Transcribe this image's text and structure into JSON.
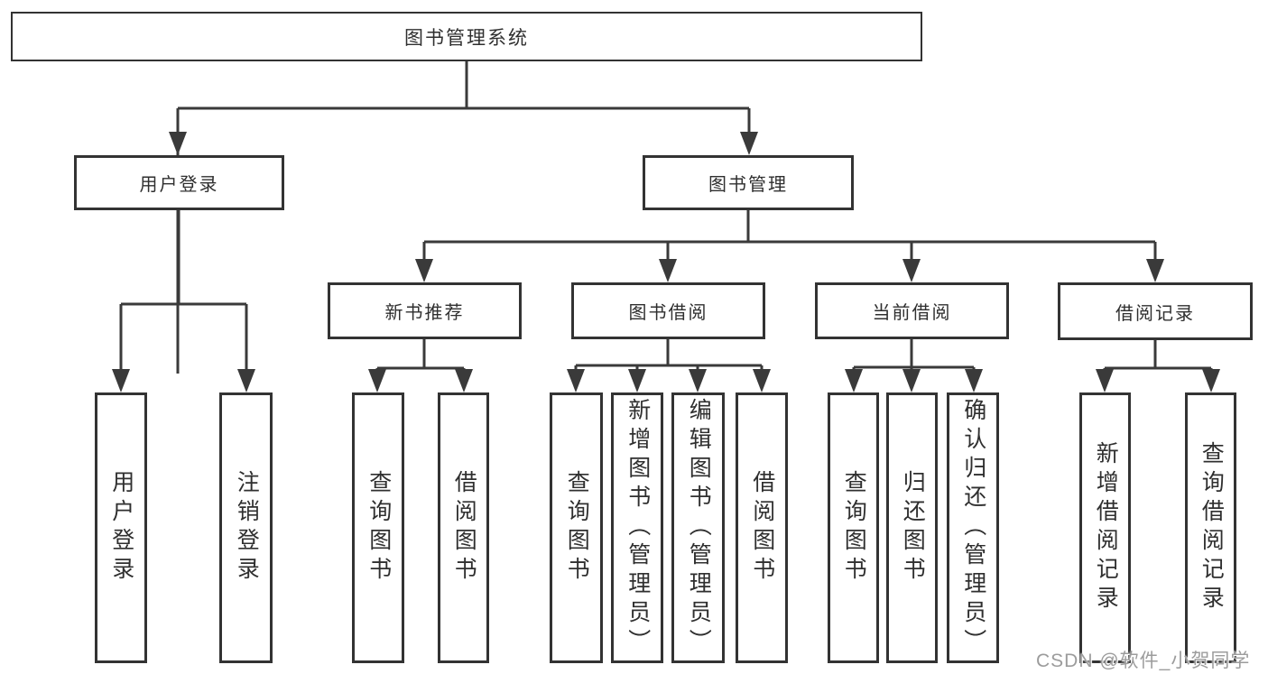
{
  "diagram": {
    "type": "hierarchy-tree",
    "colors": {
      "line": "#3a3a3a",
      "box_border": "#333333",
      "box_fill": "#ffffff",
      "text": "#2f2f2f",
      "watermark": "#9c9c9c"
    },
    "tree": {
      "root": "图书管理系统",
      "branches": [
        {
          "label": "用户登录",
          "children": [
            {
              "label": "用户登录"
            },
            {
              "label": "注销登录"
            }
          ]
        },
        {
          "label": "图书管理",
          "children": [
            {
              "label": "新书推荐",
              "children": [
                {
                  "label": "查询图书"
                },
                {
                  "label": "借阅图书"
                }
              ]
            },
            {
              "label": "图书借阅",
              "children": [
                {
                  "label": "查询图书"
                },
                {
                  "label": "新增图书（管理员）"
                },
                {
                  "label": "编辑图书（管理员）"
                },
                {
                  "label": "借阅图书"
                }
              ]
            },
            {
              "label": "当前借阅",
              "children": [
                {
                  "label": "查询图书"
                },
                {
                  "label": "归还图书"
                },
                {
                  "label": "确认归还（管理员）"
                }
              ]
            },
            {
              "label": "借阅记录",
              "children": [
                {
                  "label": "新增借阅记录"
                },
                {
                  "label": "查询借阅记录"
                }
              ]
            }
          ]
        }
      ]
    },
    "watermark": "CSDN @软件_小贺同学"
  }
}
